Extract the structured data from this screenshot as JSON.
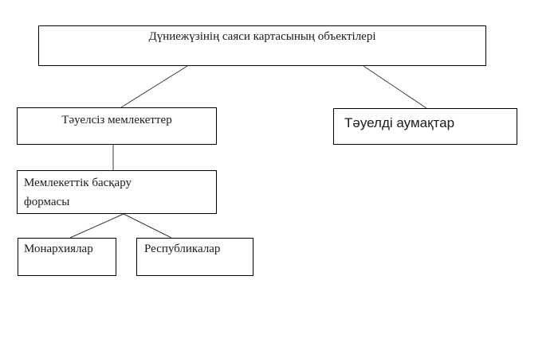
{
  "diagram": {
    "type": "hierarchy-flowchart",
    "background_color": "#ffffff",
    "border_color": "#000000",
    "connector_color": "#3a3a3a",
    "nodes": [
      {
        "id": "root",
        "label": "Дүниежүзінің саяси картасының объектілері"
      },
      {
        "id": "independent",
        "label": "Тәуелсіз мемлекеттер"
      },
      {
        "id": "dependent",
        "label": "Тәуелді аумақтар"
      },
      {
        "id": "government",
        "label": "Мемлекеттік басқару формасы",
        "lines": [
          "Мемлекеттік басқару",
          "формасы"
        ]
      },
      {
        "id": "monarchies",
        "label": "Монархиялар"
      },
      {
        "id": "republics",
        "label": "Республикалар"
      }
    ],
    "edges": [
      {
        "from": "root",
        "to": "independent"
      },
      {
        "from": "root",
        "to": "dependent"
      },
      {
        "from": "independent",
        "to": "government"
      },
      {
        "from": "government",
        "to": "monarchies"
      },
      {
        "from": "government",
        "to": "republics"
      }
    ]
  }
}
